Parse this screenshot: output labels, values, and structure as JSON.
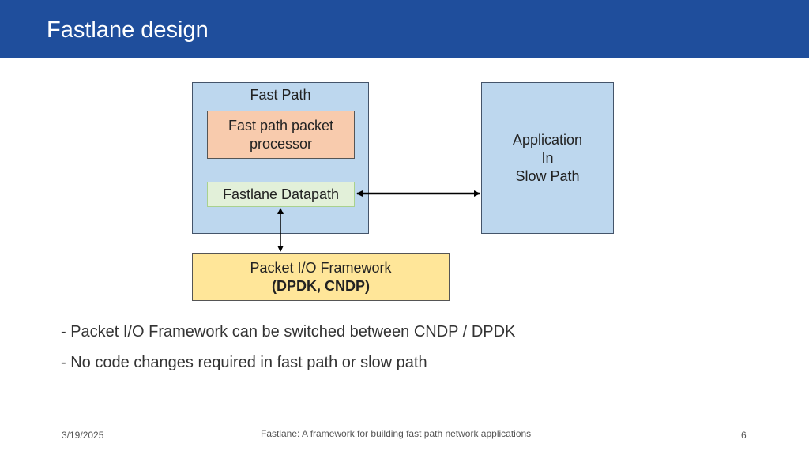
{
  "header": {
    "title": "Fastlane design"
  },
  "diagram": {
    "fast_path_label": "Fast Path",
    "processor_lines": [
      "Fast path packet",
      "processor"
    ],
    "datapath_label": "Fastlane Datapath",
    "app_lines": [
      "Application",
      "In",
      "Slow Path"
    ],
    "io_line1": "Packet I/O Framework",
    "io_line2": "(DPDK, CNDP)"
  },
  "bullets": [
    "- Packet I/O Framework can be switched between CNDP / DPDK",
    "- No code changes required in fast path or slow path"
  ],
  "footer": {
    "date": "3/19/2025",
    "caption": "Fastlane: A framework for building fast path network applications",
    "page_number": "6"
  },
  "colors": {
    "header_bg": "#1f4e9c",
    "fast_path_bg": "#bdd7ee",
    "processor_bg": "#f8cbad",
    "datapath_bg": "#e2f0d9",
    "io_bg": "#ffe699"
  }
}
